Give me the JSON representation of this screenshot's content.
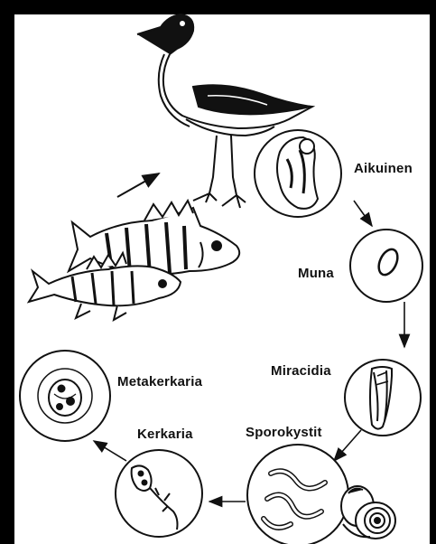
{
  "diagram": {
    "stages": {
      "adult": "Aikuinen",
      "egg": "Muna",
      "miracidium": "Miracidia",
      "sporocyst": "Sporokystit",
      "cercaria": "Kerkaria",
      "metacercaria": "Metakerkaria"
    },
    "hosts": [
      "gull-icon",
      "perch-fish-icon",
      "snail-icon"
    ],
    "colors": {
      "ink": "#111111",
      "frame": "#000000",
      "background": "#ffffff"
    }
  }
}
